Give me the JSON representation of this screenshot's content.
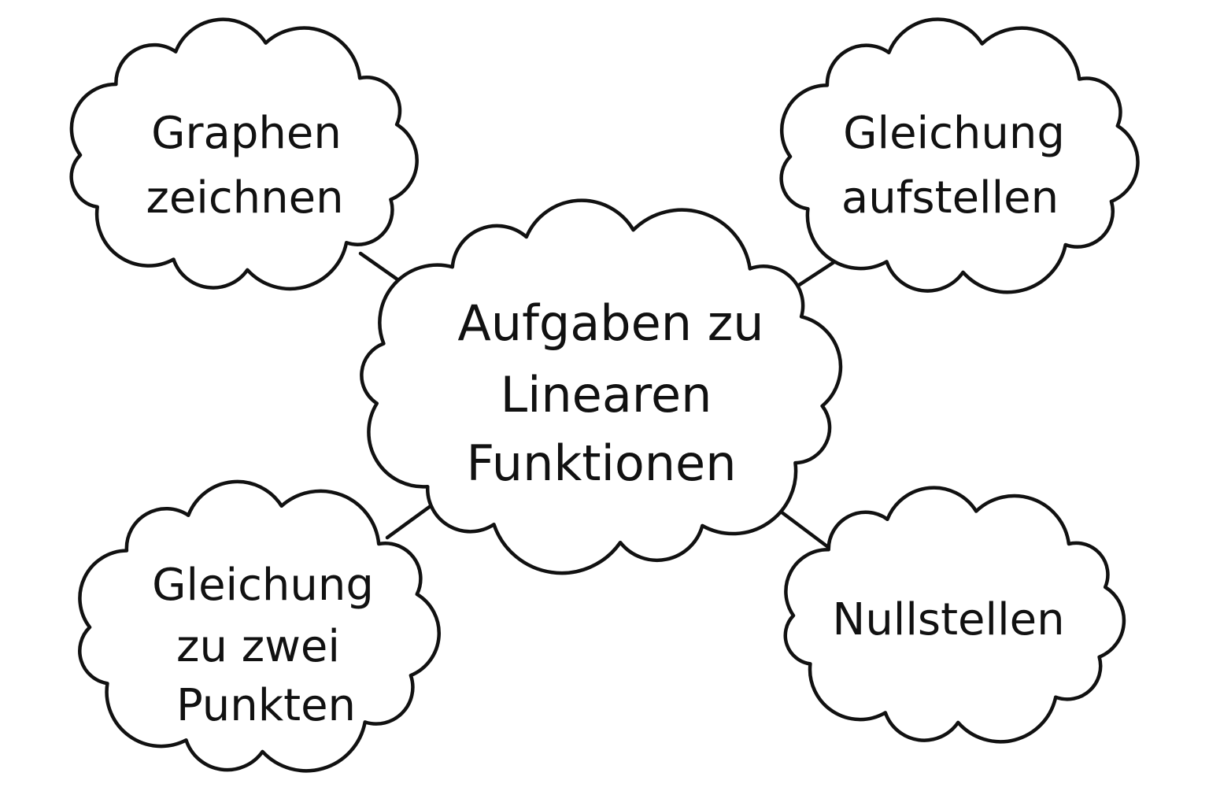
{
  "diagram": {
    "center": {
      "lines": [
        "Aufgaben zu",
        "Linearen",
        "Funktionen"
      ]
    },
    "nodes": [
      {
        "id": "graphen",
        "lines": [
          "Graphen",
          "zeichnen"
        ]
      },
      {
        "id": "gleichung-aufstellen",
        "lines": [
          "Gleichung",
          "aufstellen"
        ]
      },
      {
        "id": "zwei-punkte",
        "lines": [
          "Gleichung",
          "zu zwei",
          "Punkten"
        ]
      },
      {
        "id": "nullstellen",
        "lines": [
          "Nullstellen"
        ]
      }
    ],
    "stroke_color": "#111111",
    "background_color": "#ffffff"
  }
}
